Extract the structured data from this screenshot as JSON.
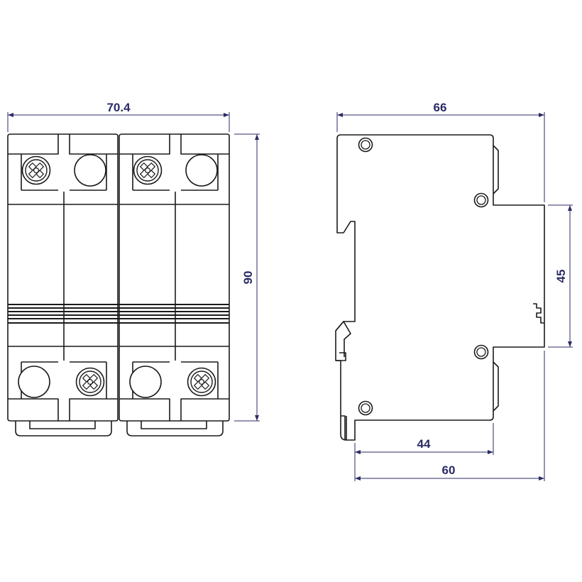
{
  "colors": {
    "outline": "#1a1a1a",
    "dimension": "#2b2b66",
    "background": "#ffffff"
  },
  "front_view": {
    "width_label": "70.4",
    "height_label": "90"
  },
  "side_view": {
    "depth_label": "66",
    "shoulder_height_label": "45",
    "front_offset_label": "44",
    "rail_depth_label": "60"
  }
}
